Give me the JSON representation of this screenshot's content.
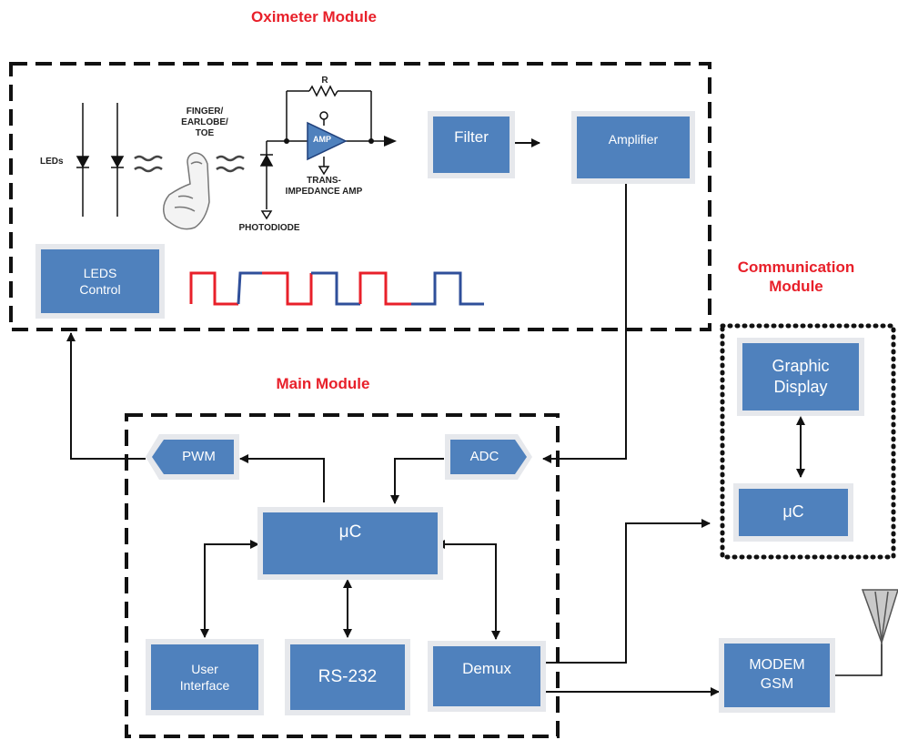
{
  "modules": {
    "oximeter": "Oximeter Module",
    "communication": "Communication Module",
    "main": "Main Module"
  },
  "oximeter": {
    "leds_label": "LEDs",
    "finger_label": "FINGER/ EARLOBE/ TOE",
    "resistor_label": "R",
    "amp_label": "AMP",
    "tia_label": "TRANS- IMPEDANCE AMP",
    "photodiode_label": "PHOTODIODE",
    "filter": "Filter",
    "amplifier": "Amplifier",
    "leds_control": "LEDS Control"
  },
  "main": {
    "pwm": "PWM",
    "adc": "ADC",
    "uc": "μC",
    "user_interface": "User Interface",
    "rs232": "RS-232",
    "demux": "Demux"
  },
  "communication": {
    "graphic_display": "Graphic Display",
    "uc": "μC",
    "modem": "MODEM GSM"
  },
  "colors": {
    "block": "#4f81bd",
    "title": "#e8202a",
    "red_wave": "#e8202a",
    "blue_wave": "#2f4f9a"
  }
}
